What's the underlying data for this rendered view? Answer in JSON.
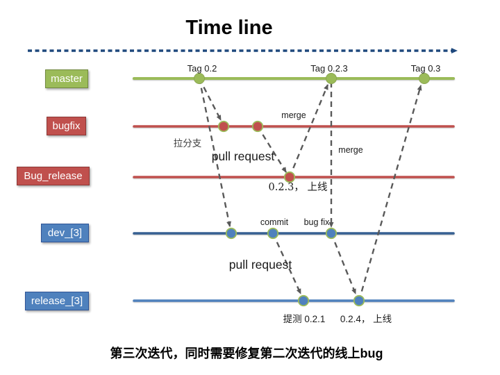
{
  "title": "Time line",
  "caption": "第三次迭代，同时需要修复第二次迭代的线上bug",
  "colors": {
    "green": "#9bbb59",
    "green_dark": "#71893f",
    "red": "#c0504d",
    "red_dark": "#8c3836",
    "blue": "#4f81bd",
    "blue_dark": "#376092",
    "blue_border": "#2f5496",
    "timeline": "#1f497d",
    "arrow": "#595959"
  },
  "branches": [
    {
      "label": "master"
    },
    {
      "label": "bugfix"
    },
    {
      "label": "Bug_release"
    },
    {
      "label": "dev_[3]"
    },
    {
      "label": "release_[3]"
    }
  ],
  "tags": [
    {
      "label": "Tag 0.2"
    },
    {
      "label": "Tag 0.2.3"
    },
    {
      "label": "Tag 0.3"
    }
  ],
  "annotations": {
    "merge_top": "merge",
    "merge_mid": "merge",
    "pull_branch": "拉分支",
    "pull_request_1": "pull request",
    "pull_request_2": "pull request",
    "commit": "commit",
    "bug_fix": "bug fix",
    "release_023": "0.2.3， 上线",
    "submit_021": "提测  0.2.1",
    "release_024": "0.2.4， 上线"
  }
}
